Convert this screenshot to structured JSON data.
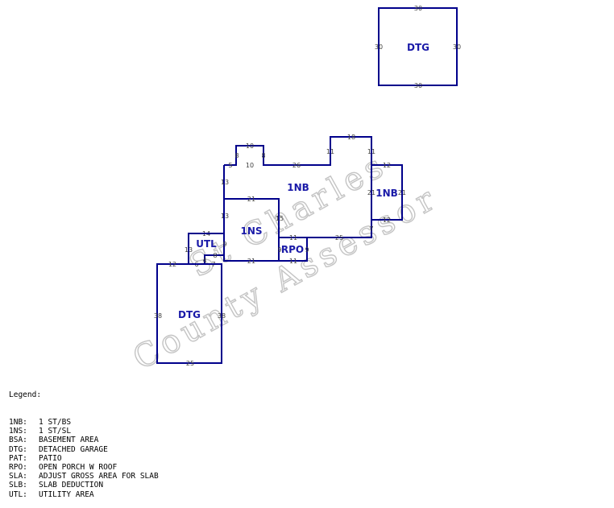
{
  "areas": {
    "dtg_top": "DTG",
    "nb_main": "1NB",
    "nb_right": "1NB",
    "ns": "1NS",
    "utl": "UTL",
    "rpo": "RPO",
    "dtg_bottom": "DTG"
  },
  "dims": {
    "dtg_top": [
      "30",
      "30",
      "30",
      "30"
    ],
    "bump": [
      "10",
      "8",
      "8",
      "10"
    ],
    "nb_main": [
      "5",
      "26",
      "11",
      "18",
      "11",
      "13",
      "13",
      "7",
      "25"
    ],
    "nb_right": [
      "12",
      "21",
      "21",
      "12"
    ],
    "ns": [
      "21",
      "15",
      "21",
      "14",
      "9"
    ],
    "rpo": [
      "11",
      "9",
      "9",
      "11"
    ],
    "utl": [
      "13",
      "8",
      "4",
      "7",
      "6"
    ],
    "dtg_bottom": [
      "12",
      "38",
      "38",
      "25"
    ]
  },
  "watermark": {
    "line1": "St Charles",
    "line2": "County Assessor"
  },
  "legend": {
    "title": "Legend:",
    "items": [
      {
        "code": "1NB:",
        "desc": "1 ST/BS"
      },
      {
        "code": "1NS:",
        "desc": "1 ST/SL"
      },
      {
        "code": "BSA:",
        "desc": "BASEMENT AREA"
      },
      {
        "code": "DTG:",
        "desc": "DETACHED GARAGE"
      },
      {
        "code": "PAT:",
        "desc": "PATIO"
      },
      {
        "code": "RPO:",
        "desc": "OPEN PORCH W ROOF"
      },
      {
        "code": "SLA:",
        "desc": "ADJUST GROSS AREA FOR SLAB"
      },
      {
        "code": "SLB:",
        "desc": "SLAB DEDUCTION"
      },
      {
        "code": "UTL:",
        "desc": "UTILITY AREA"
      }
    ]
  }
}
